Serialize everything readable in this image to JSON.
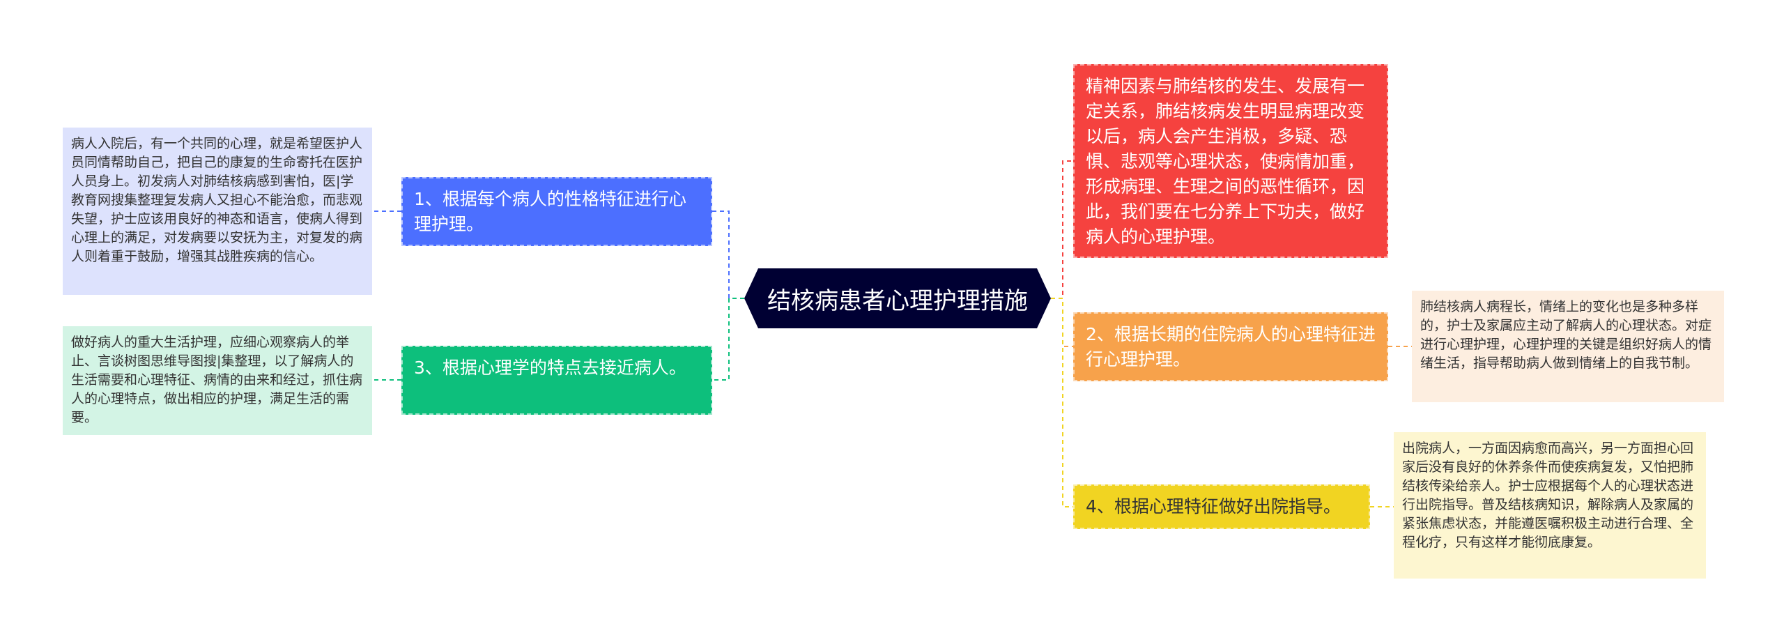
{
  "root": {
    "title": "结核病患者心理护理措施"
  },
  "branches": {
    "personality": {
      "label": "1、根据每个病人的性格特征进行心理护理。",
      "detail": "病人入院后，有一个共同的心理，就是希望医护人员同情帮助自己，把自己的康复的生命寄托在医护人员身上。初发病人对肺结核病感到害怕，医|学教育网搜集整理复发病人又担心不能治愈，而悲观失望，护士应该用良好的神态和语言，使病人得到心理上的满足，对发病要以安抚为主，对复发的病人则着重于鼓励，增强其战胜疾病的信心。",
      "color": "#4c6fff",
      "detail_color": "#dde2fd"
    },
    "psychology": {
      "label": "3、根据心理学的特点去接近病人。",
      "detail": "做好病人的重大生活护理，应细心观察病人的举止、言谈树图思维导图搜|集整理，以了解病人的生活需要和心理特征、病情的由来和经过，抓住病人的心理特点，做出相应的护理，满足生活的需要。",
      "color": "#0dbf7c",
      "detail_color": "#d3f4e5"
    },
    "mental_factors": {
      "label": "精神因素与肺结核的发生、发展有一定关系，肺结核病发生明显病理改变以后，病人会产生消极，多疑、恐惧、悲观等心理状态，使病情加重，形成病理、生理之间的恶性循环，因此，我们要在七分养上下功夫，做好病人的心理护理。",
      "color": "#f5423f"
    },
    "long_stay": {
      "label": "2、根据长期的住院病人的心理特征进行心理护理。",
      "detail": "肺结核病人病程长，情绪上的变化也是多种多样的，护士及家属应主动了解病人的心理状态。对症进行心理护理，心理护理的关键是组织好病人的情绪生活，指导帮助病人做到情绪上的自我节制。",
      "color": "#f7a24b",
      "detail_color": "#fdeee0"
    },
    "discharge": {
      "label": "4、根据心理特征做好出院指导。",
      "detail": "出院病人，一方面因病愈而高兴，另一方面担心回家后没有良好的休养条件而使疾病复发，又怕把肺结核传染给亲人。护士应根据每个人的心理状态进行出院指导。普及结核病知识，解除病人及家属的紧张焦虑状态，并能遵医嘱积极主动进行合理、全程化疗，只有这样才能彻底康复。",
      "color": "#f1d422",
      "detail_color": "#fdf6d0"
    }
  }
}
